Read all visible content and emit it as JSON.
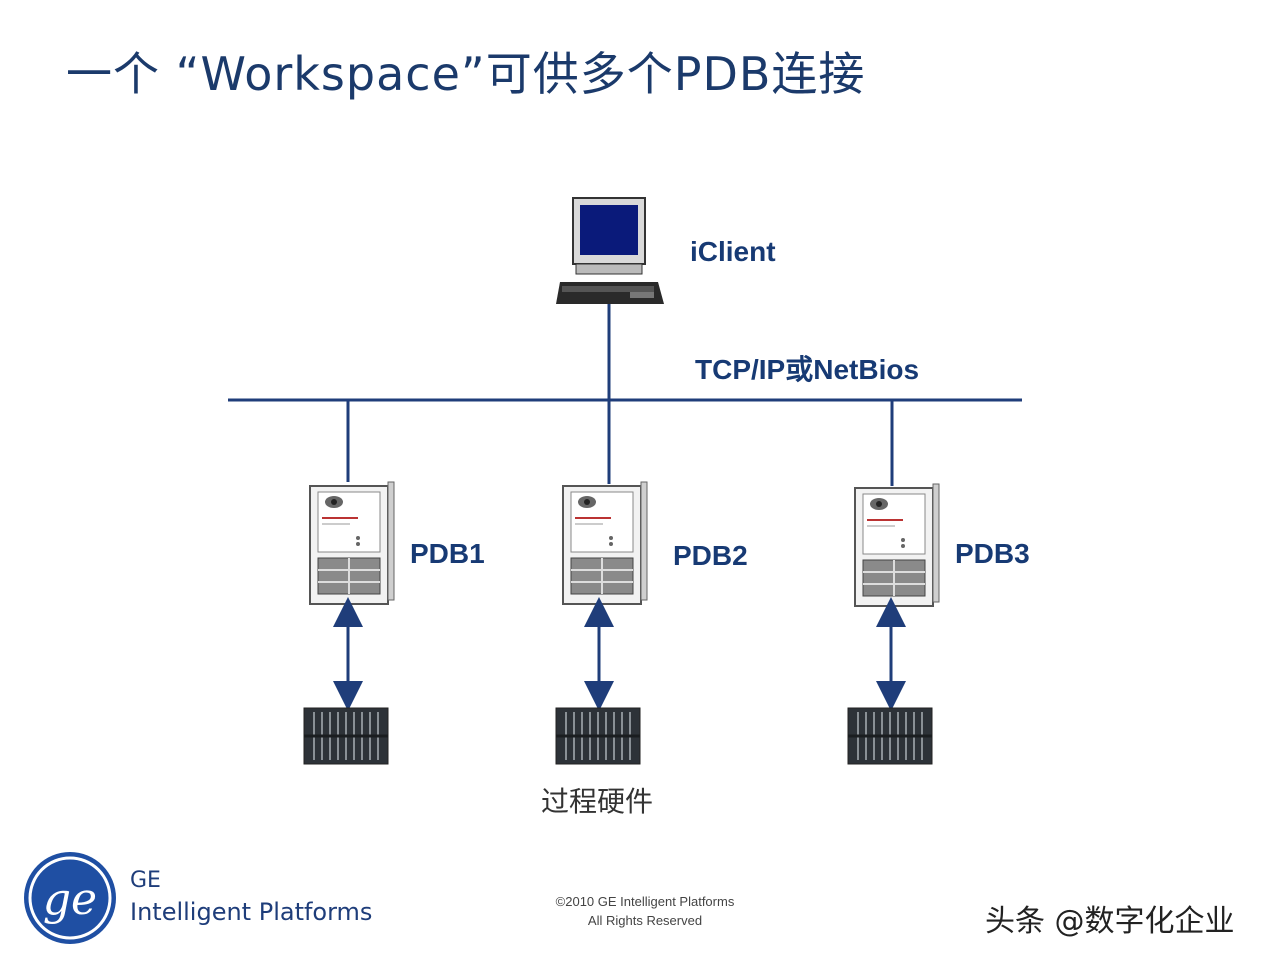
{
  "title": "一个 “Workspace”可供多个PDB连接",
  "diagram": {
    "client_label": "iClient",
    "network_label": "TCP/IP或NetBios",
    "servers": [
      {
        "label": "PDB1"
      },
      {
        "label": "PDB2"
      },
      {
        "label": "PDB3"
      }
    ],
    "hardware_label": "过程硬件"
  },
  "footer": {
    "brand": "GE",
    "division": "Intelligent Platforms",
    "copyright_line1": "©2010 GE Intelligent Platforms",
    "copyright_line2": "All Rights Reserved",
    "watermark": "头条 @数字化企业"
  },
  "colors": {
    "line": "#1f3d7a",
    "title": "#1b3a6b",
    "ge_blue": "#1f4fa3"
  }
}
